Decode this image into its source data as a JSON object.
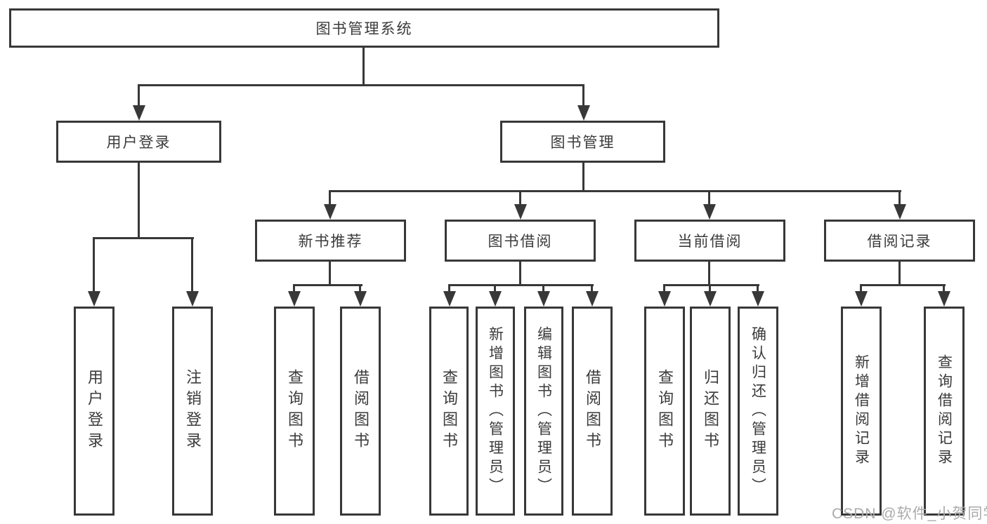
{
  "diagram": {
    "type": "hierarchy-tree",
    "nodes": {
      "root": "图书管理系统",
      "user_login": "用户登录",
      "book_mgmt": "图书管理",
      "new_book": "新书推荐",
      "book_borrow": "图书借阅",
      "current_borrow": "当前借阅",
      "borrow_record": "借阅记录"
    },
    "leaves": {
      "user_login": [
        "用户登录",
        "注销登录"
      ],
      "new_book": [
        "查询图书",
        "借阅图书"
      ],
      "book_borrow": [
        "查询图书",
        "新增图书（管理员）",
        "编辑图书（管理员）",
        "借阅图书"
      ],
      "current_borrow": [
        "查询图书",
        "归还图书",
        "确认归还（管理员）"
      ],
      "borrow_record": [
        "新增借阅记录",
        "查询借阅记录"
      ]
    },
    "hierarchy": {
      "图书管理系统": {
        "用户登录": [
          "用户登录",
          "注销登录"
        ],
        "图书管理": {
          "新书推荐": [
            "查询图书",
            "借阅图书"
          ],
          "图书借阅": [
            "查询图书",
            "新增图书（管理员）",
            "编辑图书（管理员）",
            "借阅图书"
          ],
          "当前借阅": [
            "查询图书",
            "归还图书",
            "确认归还（管理员）"
          ],
          "借阅记录": [
            "新增借阅记录",
            "查询借阅记录"
          ]
        }
      }
    },
    "colors": {
      "line": "#383838",
      "text": "#3b3b3b",
      "box_background": "#ffffff",
      "watermark": "#ababab"
    },
    "watermark": "CSDN @软件_小贺同学"
  }
}
